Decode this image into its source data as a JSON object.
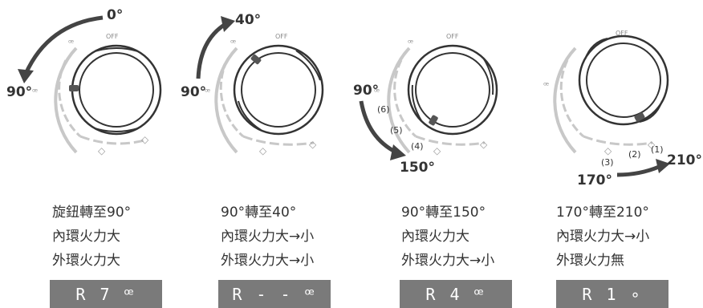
{
  "colors": {
    "text": "#333333",
    "ring": "#b5b5b5",
    "badge_bg": "#7a7a7a",
    "badge_text": "#ffffff"
  },
  "icons": [
    "flame-drop-icon",
    "dial-knob-icon",
    "curved-arrow-icon"
  ],
  "panels": [
    {
      "angle_from": "0°",
      "angle_to": "90°",
      "dial_label": "OFF",
      "lines": [
        "旋鈕轉至90°",
        "內環火力大",
        "外環火力大"
      ],
      "display": "R 7 ꟹ"
    },
    {
      "angle_from": "90°",
      "angle_to": "40°",
      "dial_label": "OFF",
      "lines": [
        "90°轉至40°",
        "內環火力大→小",
        "外環火力大→小"
      ],
      "display": "R - - ꟹ"
    },
    {
      "angle_from": "90°",
      "angle_to": "150°",
      "dial_label": "OFF",
      "steps": [
        "(6)",
        "(5)",
        "(4)"
      ],
      "lines": [
        "90°轉至150°",
        "內環火力大",
        "外環火力大→小"
      ],
      "display": "R 4 ꟹ"
    },
    {
      "angle_from": "170°",
      "angle_to": "210°",
      "dial_label": "OFF",
      "steps": [
        "(3)",
        "(2)",
        "(1)"
      ],
      "lines": [
        "170°轉至210°",
        "內環火力大→小",
        "外環火力無"
      ],
      "display": "R 1 ∘"
    }
  ]
}
